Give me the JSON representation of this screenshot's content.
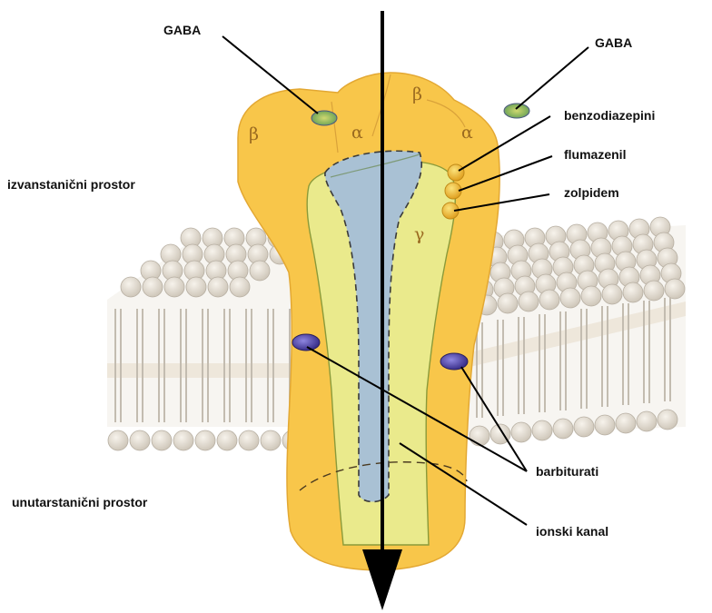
{
  "labels": {
    "gaba_left": "GABA",
    "gaba_right": "GABA",
    "benzodiazepini": "benzodiazepini",
    "flumazenil": "flumazenil",
    "zolpidem": "zolpidem",
    "extracellular": "izvanstanični prostor",
    "intracellular": "unutarstanični prostor",
    "barbiturati": "barbiturati",
    "ion_channel": "ionski kanal"
  },
  "subunits": {
    "beta_left": "β",
    "alpha_left": "α",
    "beta_top": "β",
    "alpha_right": "α",
    "gamma": "γ"
  },
  "colors": {
    "receptor": "#f8c64a",
    "receptor_edge": "#e3a833",
    "gamma_subunit": "#eaea8c",
    "channel": "#a9c1d4",
    "lipid_head": "#ddd6ca",
    "lipid_tail": "#c3bcb0",
    "binding_site": "#4a3d9c",
    "binding_ring": "#8fbf5a",
    "benzo_site": "#f0b52a",
    "arrow": "#000000"
  }
}
